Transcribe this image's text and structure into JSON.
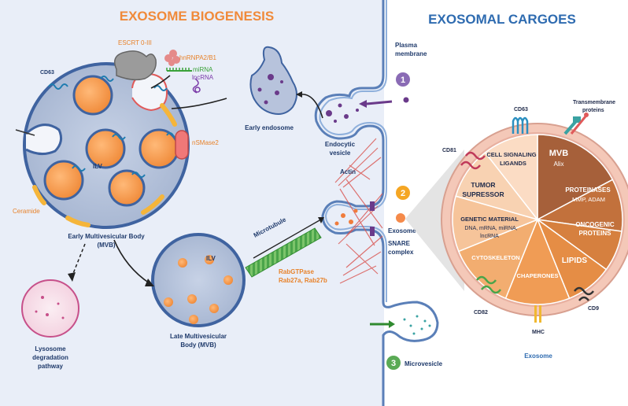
{
  "headers": {
    "left_title": "EXOSOME BIOGENESIS",
    "right_title": "EXOSOMAL CARGOES"
  },
  "labels": {
    "escrt": "ESCRT 0-III",
    "hnrnpa": "hnRNPA2/B1",
    "mirna": "miRNA",
    "lncrna": "lncRNA",
    "cd63_left": "CD63",
    "ilv_early": "ILV",
    "nsmase": "nSMase2",
    "ceramide": "Ceramide",
    "early_mvb_line1": "Early Multivesicular Body",
    "early_mvb_line2": "(MVB)",
    "early_endosome": "Early endosome",
    "endocytic_line1": "Endocytic",
    "endocytic_line2": "vesicle",
    "plasma_line1": "Plasma",
    "plasma_line2": "membrane",
    "actin": "Actin",
    "exosome_release": "Exosome",
    "snare_line1": "SNARE",
    "snare_line2": "complex",
    "microtubule": "Microtubule",
    "rab_line1": "RabGTPase",
    "rab_line2": "Rab27a, Rab27b",
    "ilv_late": "ILV",
    "late_mvb_line1": "Late Multivesicular",
    "late_mvb_line2": "Body (MVB)",
    "lyso_line1": "Lysosome",
    "lyso_line2": "degradation",
    "lyso_line3": "pathway",
    "microvesicle": "Microvesicle",
    "step1": "1",
    "step2": "2",
    "step3": "3"
  },
  "cargo": {
    "cd63": "CD63",
    "transmembrane_line1": "Transmembrane",
    "transmembrane_line2": "proteins",
    "cd81": "CD81",
    "cd82": "CD82",
    "mhc": "MHC",
    "cd9": "CD9",
    "exosome_caption": "Exosome",
    "segments": {
      "mvb_title": "MVB",
      "mvb_sub": "Alix",
      "proteinases_title": "PROTEINASES",
      "proteinases_sub": "MMP, ADAM",
      "oncogenic_line1": "ONCOGENIC",
      "oncogenic_line2": "PROTEINS",
      "lipids": "LIPIDS",
      "chaperones": "CHAPERONES",
      "cytoskeleton": "CYTOSKELETON",
      "genetic_title": "GENETIC MATERIAL",
      "genetic_sub1": "DNA, mRNA, miRNA,",
      "genetic_sub2": "lncRNA",
      "tumor_line1": "TUMOR",
      "tumor_line2": "SUPRESSOR",
      "signaling_line1": "CELL SIGNALING",
      "signaling_line2": "LIGANDS"
    }
  },
  "colors": {
    "left_bg": "#e9eef8",
    "membrane": "#5a7fb8",
    "title_orange": "#f08a3a",
    "title_blue": "#2e6bb0",
    "ilv_orange": "#f5a552",
    "step_purple": "#8a6bb5",
    "step_orange": "#f5a623",
    "step_green": "#5aaa55"
  }
}
